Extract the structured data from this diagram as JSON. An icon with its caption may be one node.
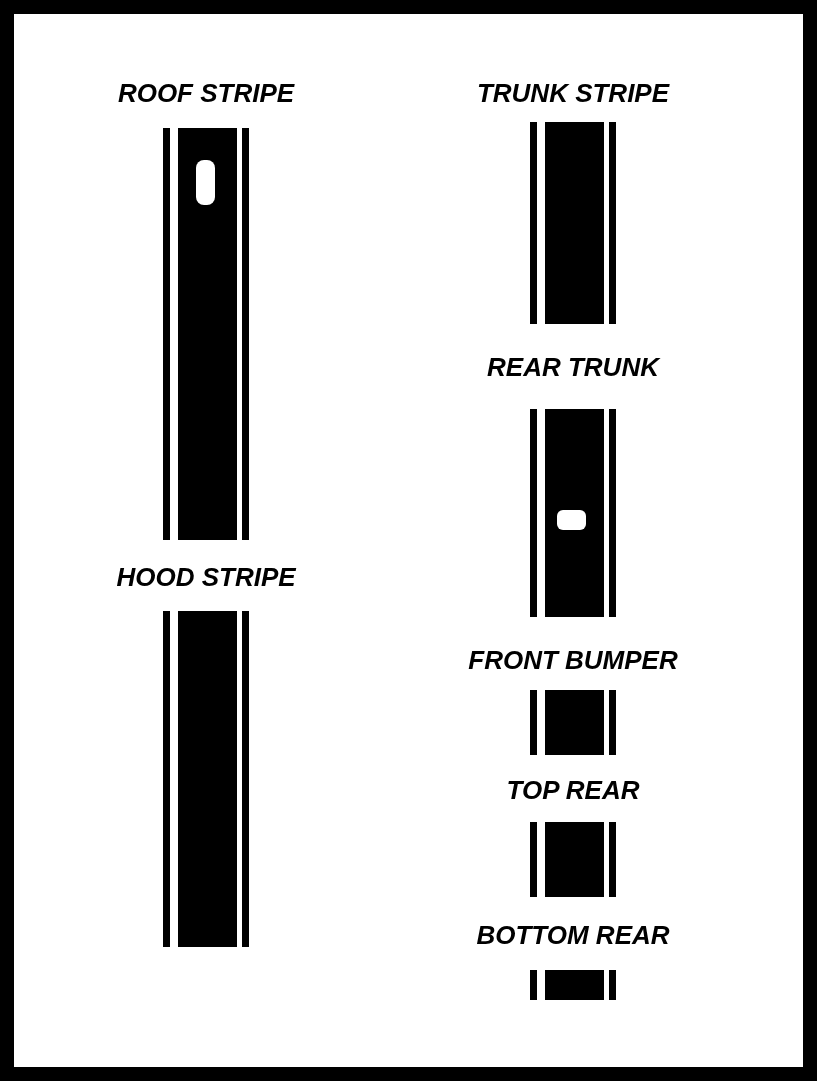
{
  "diagram": {
    "nodes": [
      {
        "text": [
          "ROOF STRIPE"
        ]
      },
      {
        "text": [
          "HOOD STRIPE"
        ]
      },
      {
        "text": [
          "TRUNK STRIPE"
        ]
      },
      {
        "text": [
          "REAR TRUNK"
        ]
      },
      {
        "text": [
          "FRONT BUMPER"
        ]
      },
      {
        "text": [
          "TOP REAR"
        ]
      },
      {
        "text": [
          "BOTTOM REAR"
        ]
      }
    ]
  }
}
